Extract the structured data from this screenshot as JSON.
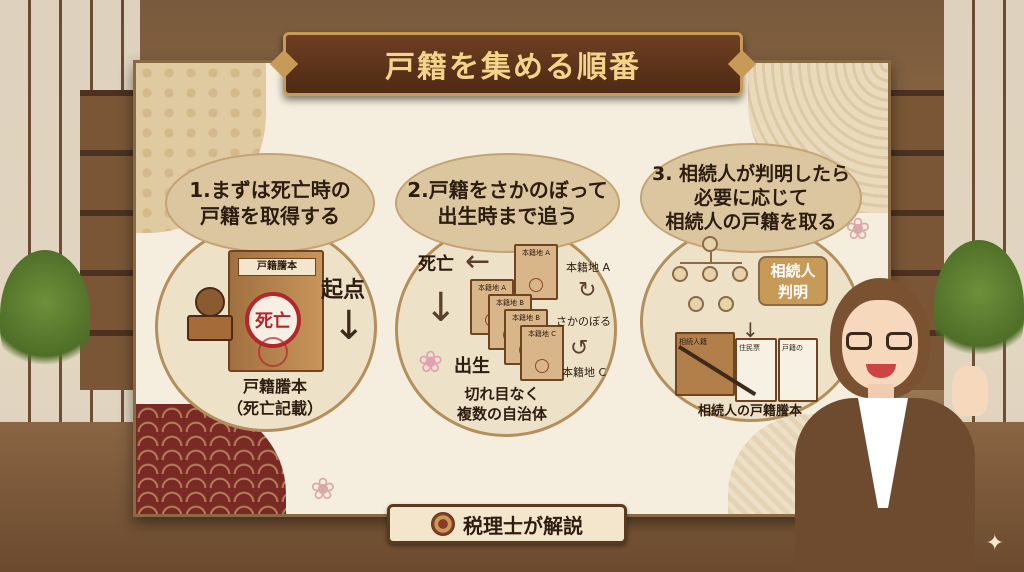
{
  "title": "戸籍を集める順番",
  "steps": [
    {
      "heading_lines": [
        "1.まずは死亡時の",
        "戸籍を取得する"
      ],
      "book_label": "戸籍謄本",
      "seal_text": "死亡",
      "marker": "起点",
      "caption_lines": [
        "戸籍謄本",
        "（死亡記載）"
      ]
    },
    {
      "heading_lines": [
        "2.戸籍をさかのぼって",
        "出生時まで追う"
      ],
      "death_label": "死亡",
      "birth_label": "出生",
      "docs": [
        "本籍地 A",
        "本籍地 A",
        "本籍地 B",
        "本籍地 B",
        "本籍地 C"
      ],
      "legend_a": "本籍地 A",
      "legend_c": "本籍地 C",
      "flow_label": "さかのぼる",
      "caption_lines": [
        "切れ目なく",
        "複数の自治体"
      ]
    },
    {
      "heading_lines": [
        "3. 相続人が判明したら",
        "必要に応じて",
        "相続人の戸籍を取る"
      ],
      "badge_lines": [
        "相続人",
        "判明"
      ],
      "doc_labels": [
        "相続人籍",
        "住民票",
        "戸籍の"
      ],
      "caption": "相続人の戸籍謄本"
    }
  ],
  "footer": "税理士が解説",
  "icons": {
    "arrow_left": "←",
    "arrow_down": "↓",
    "cycle_up": "↻",
    "cycle_down": "↺",
    "sakura": "❀",
    "sparkle": "✦"
  },
  "colors": {
    "title_bg": "#5a3319",
    "title_text": "#f3d48a",
    "panel_bg": "#ede1c8",
    "seal_red": "#b3262a",
    "badge": "#c89a57"
  }
}
